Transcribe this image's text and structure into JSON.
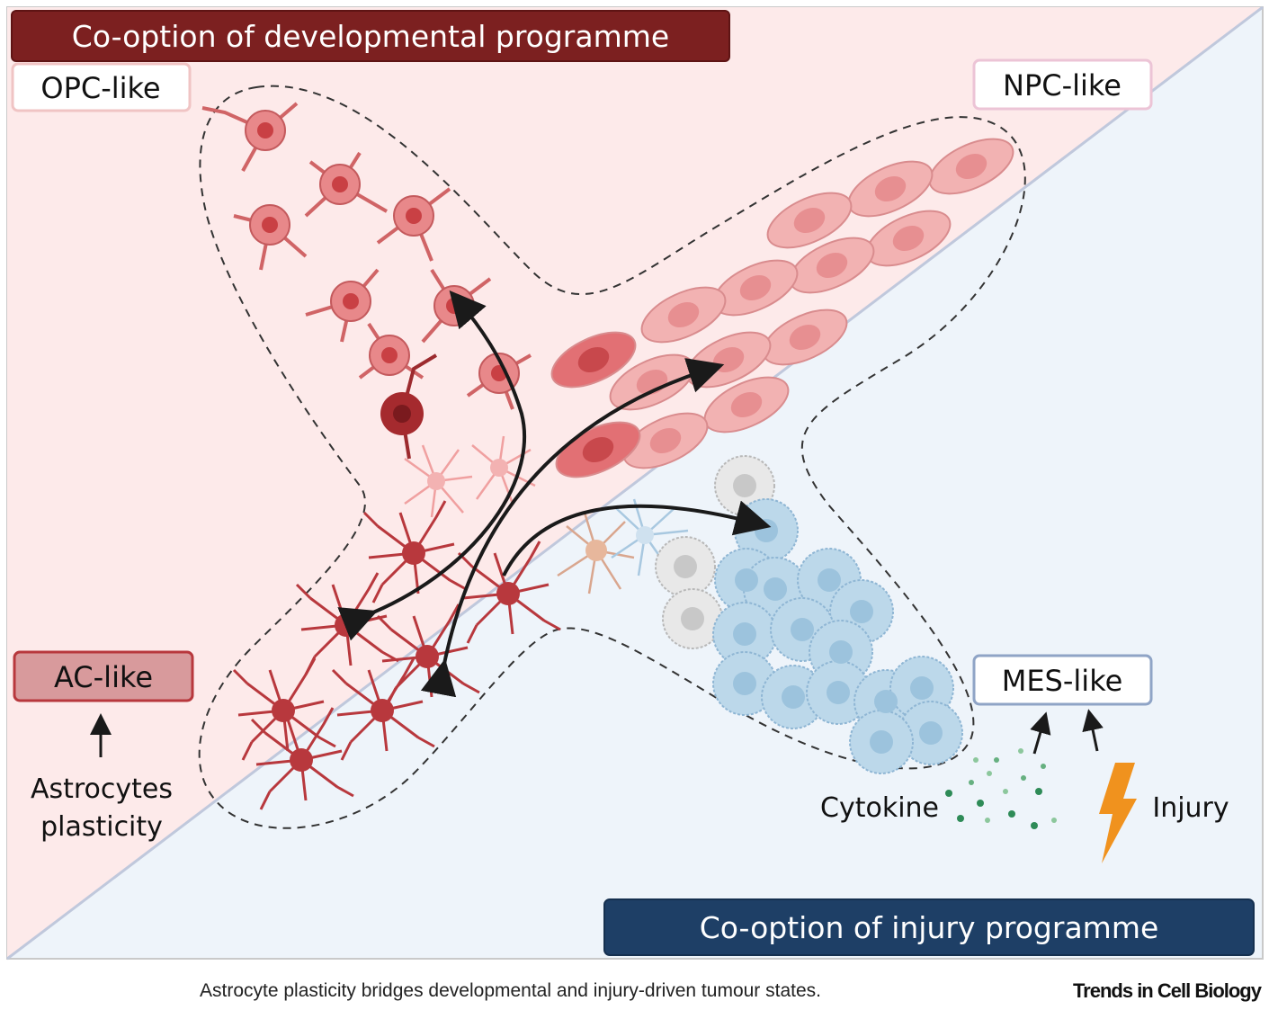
{
  "banners": {
    "developmental": "Co-option of developmental programme",
    "injury": "Co-option of injury programme"
  },
  "states": {
    "opc": "OPC-like",
    "npc": "NPC-like",
    "ac": "AC-like",
    "mes": "MES-like"
  },
  "annotations": {
    "astro_line1": "Astrocytes",
    "astro_line2": "plasticity",
    "cytokine": "Cytokine",
    "injury": "Injury"
  },
  "caption": "Astrocyte plasticity bridges developmental and injury-driven tumour states.",
  "journal": "Trends in Cell Biology",
  "colors": {
    "dev_background": "#fdeaea",
    "injury_background": "#eef4fa",
    "dev_banner": "#7c2020",
    "injury_banner": "#1e3f66",
    "opc_cell": "#e8888a",
    "npc_cell": "#f2b2b2",
    "ac_cell": "#b8383d",
    "mes_cell": "#bcd8ea",
    "cytokine": "#2e8b57",
    "lightning": "#f0921e"
  },
  "icons": [
    "arrow-up-icon",
    "lightning-icon",
    "cytokine-dots-icon"
  ]
}
